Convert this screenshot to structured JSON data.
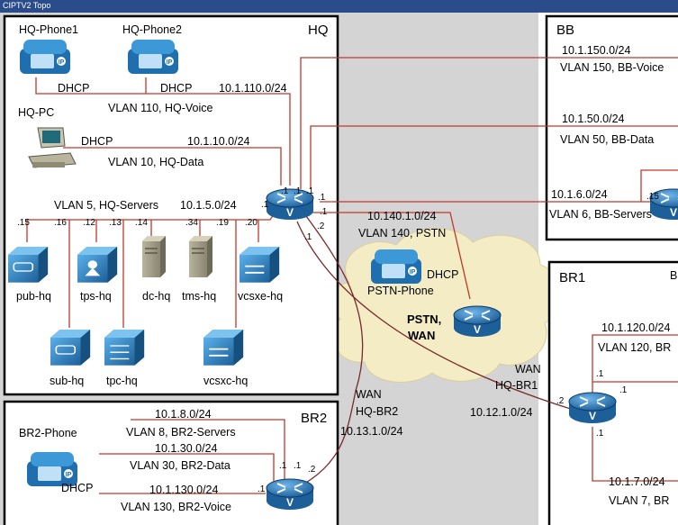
{
  "window": {
    "title": "CIPTV2 Topo"
  },
  "sites": {
    "hq": "HQ",
    "bb": "BB",
    "br1": "BR1",
    "br2": "BR2"
  },
  "hq": {
    "phone1": "HQ-Phone1",
    "phone2": "HQ-Phone2",
    "pc": "HQ-PC",
    "dhcp1": "DHCP",
    "dhcp2": "DHCP",
    "dhcp3": "DHCP",
    "net_voice": "10.1.110.0/24",
    "vlan_voice": "VLAN 110, HQ-Voice",
    "net_data": "10.1.10.0/24",
    "vlan_data": "VLAN 10, HQ-Data",
    "vlan_servers": "VLAN 5, HQ-Servers",
    "net_servers": "10.1.5.0/24",
    "router_ifaces": [
      ".1",
      ".1",
      ".1",
      ".1",
      ".1",
      ".1",
      ".2",
      ".1"
    ],
    "servers": [
      {
        "name": "pub-hq",
        "host": ".15",
        "icon": "cucm-server-icon"
      },
      {
        "name": "sub-hq",
        "host": ".16",
        "icon": "cucm-server-icon"
      },
      {
        "name": "tps-hq",
        "host": ".12",
        "icon": "telepresence-server-icon"
      },
      {
        "name": "tpc-hq",
        "host": ".13",
        "icon": "telepresence-conductor-icon"
      },
      {
        "name": "dc-hq",
        "host": ".14",
        "icon": "tower-server-icon"
      },
      {
        "name": "tms-hq",
        "host": ".34",
        "icon": "tower-server-icon"
      },
      {
        "name": "vcsxc-hq",
        "host": ".19",
        "icon": "vcs-icon"
      },
      {
        "name": "vcsxe-hq",
        "host": ".20",
        "icon": "vcs-icon"
      }
    ]
  },
  "cloud": {
    "label1": "PSTN,",
    "label2": "WAN",
    "pstn_net": "10.140.1.0/24",
    "pstn_vlan": "VLAN 140, PSTN",
    "pstn_phone": "PSTN-Phone",
    "dhcp": "DHCP"
  },
  "bb": {
    "net_voice": "10.1.150.0/24",
    "vlan_voice": "VLAN 150, BB-Voice",
    "net_data": "10.1.50.0/24",
    "vlan_data": "VLAN 50, BB-Data",
    "net_servers": "10.1.6.0/24",
    "vlan_servers": "VLAN 6, BB-Servers",
    "host15": ".15"
  },
  "br1": {
    "wan_label": "WAN",
    "wan_name": "HQ-BR1",
    "wan_net": "10.12.1.0/24",
    "net_voice": "10.1.120.0/24",
    "vlan_voice": "VLAN 120, BR",
    "net_servers": "10.1.7.0/24",
    "vlan_servers": "VLAN 7, BR",
    "if_a": ".1",
    "if_b": ".1",
    "if_c": ".1",
    "if_wan": ".2",
    "edge_label": "B"
  },
  "br2": {
    "phone": "BR2-Phone",
    "dhcp": "DHCP",
    "net_servers": "10.1.8.0/24",
    "vlan_servers": "VLAN 8, BR2-Servers",
    "net_data": "10.1.30.0/24",
    "vlan_data": "VLAN 30, BR2-Data",
    "net_voice": "10.1.130.0/24",
    "vlan_voice": "VLAN 130, BR2-Voice",
    "wan_label": "WAN",
    "wan_name": "HQ-BR2",
    "wan_net": "10.13.1.0/24",
    "if_a": ".1",
    "if_b": ".1",
    "if_c": ".1",
    "if_wan": ".2"
  },
  "colors": {
    "link": "#c0392b",
    "wan_link": "#7a2a2a",
    "panel_bg": "#d4d4d4",
    "cloud": "#f4ecc4",
    "device_blue": "#2f86c9"
  }
}
